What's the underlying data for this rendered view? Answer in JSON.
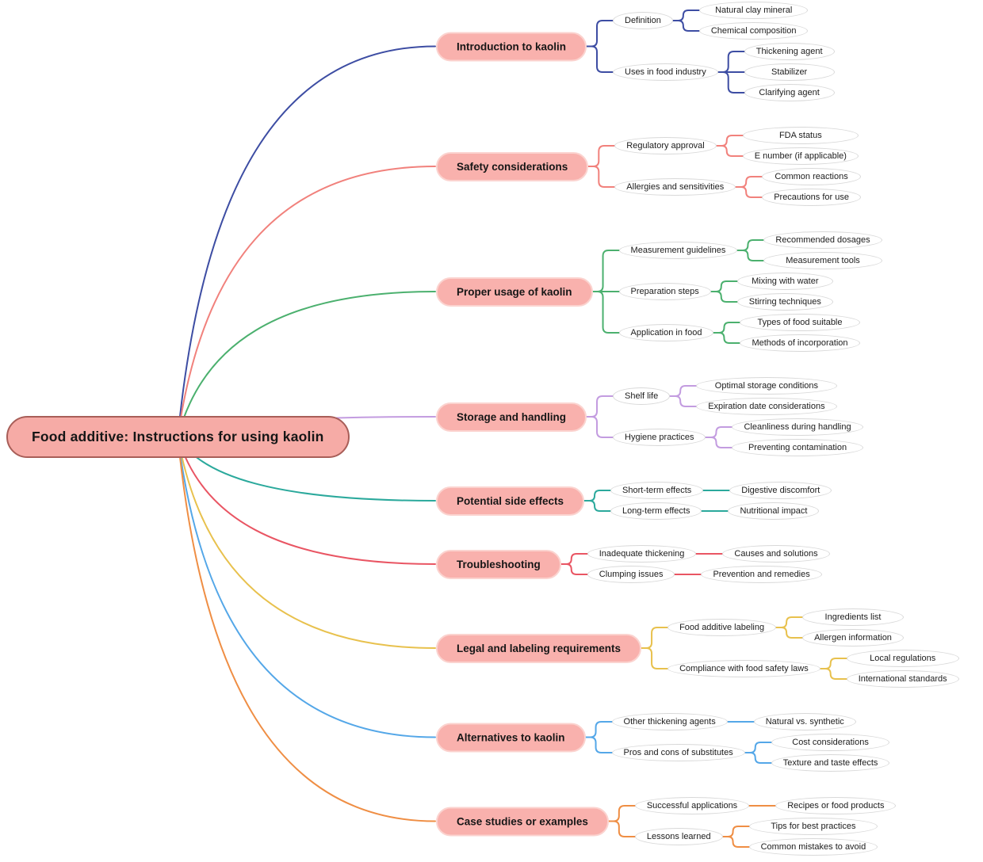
{
  "root": {
    "label": "Food additive: Instructions for using kaolin",
    "fill": "#f6aba6",
    "border_color": "#a85e58"
  },
  "node_style": {
    "topic_fill": "#f9b1ad",
    "topic_border": "#fbd3cf",
    "leaf_fill": "#ffffff",
    "leaf_border": "#d8d8d8"
  },
  "branches": [
    {
      "label": "Introduction to kaolin",
      "color": "#3d4da3",
      "children": [
        {
          "label": "Definition",
          "children": [
            "Natural clay mineral",
            "Chemical composition"
          ]
        },
        {
          "label": "Uses in food industry",
          "children": [
            "Thickening agent",
            "Stabilizer",
            "Clarifying agent"
          ]
        }
      ]
    },
    {
      "label": "Safety considerations",
      "color": "#f1817c",
      "children": [
        {
          "label": "Regulatory approval",
          "children": [
            "FDA status",
            "E number (if applicable)"
          ]
        },
        {
          "label": "Allergies and sensitivities",
          "children": [
            "Common reactions",
            "Precautions for use"
          ]
        }
      ]
    },
    {
      "label": "Proper usage of kaolin",
      "color": "#4bb06e",
      "children": [
        {
          "label": "Measurement guidelines",
          "children": [
            "Recommended dosages",
            "Measurement tools"
          ]
        },
        {
          "label": "Preparation steps",
          "children": [
            "Mixing with water",
            "Stirring techniques"
          ]
        },
        {
          "label": "Application in food",
          "children": [
            "Types of food suitable",
            "Methods of incorporation"
          ]
        }
      ]
    },
    {
      "label": "Storage and handling",
      "color": "#c39ce0",
      "children": [
        {
          "label": "Shelf life",
          "children": [
            "Optimal storage conditions",
            "Expiration date considerations"
          ]
        },
        {
          "label": "Hygiene practices",
          "children": [
            "Cleanliness during handling",
            "Preventing contamination"
          ]
        }
      ]
    },
    {
      "label": "Potential side effects",
      "color": "#2ba99c",
      "children": [
        {
          "label": "Short-term effects",
          "children": [
            "Digestive discomfort"
          ]
        },
        {
          "label": "Long-term effects",
          "children": [
            "Nutritional impact"
          ]
        }
      ]
    },
    {
      "label": "Troubleshooting",
      "color": "#e95563",
      "children": [
        {
          "label": "Inadequate thickening",
          "children": [
            "Causes and solutions"
          ]
        },
        {
          "label": "Clumping issues",
          "children": [
            "Prevention and remedies"
          ]
        }
      ]
    },
    {
      "label": "Legal and labeling requirements",
      "color": "#e8c14d",
      "children": [
        {
          "label": "Food additive labeling",
          "children": [
            "Ingredients list",
            "Allergen information"
          ]
        },
        {
          "label": "Compliance with food safety laws",
          "children": [
            "Local regulations",
            "International standards"
          ]
        }
      ]
    },
    {
      "label": "Alternatives to kaolin",
      "color": "#54a7e8",
      "children": [
        {
          "label": "Other thickening agents",
          "children": [
            "Natural vs. synthetic"
          ]
        },
        {
          "label": "Pros and cons of substitutes",
          "children": [
            "Cost considerations",
            "Texture and taste effects"
          ]
        }
      ]
    },
    {
      "label": "Case studies or examples",
      "color": "#ef8e44",
      "children": [
        {
          "label": "Successful applications",
          "children": [
            "Recipes or food products"
          ]
        },
        {
          "label": "Lessons learned",
          "children": [
            "Tips for best practices",
            "Common mistakes to avoid"
          ]
        }
      ]
    }
  ]
}
